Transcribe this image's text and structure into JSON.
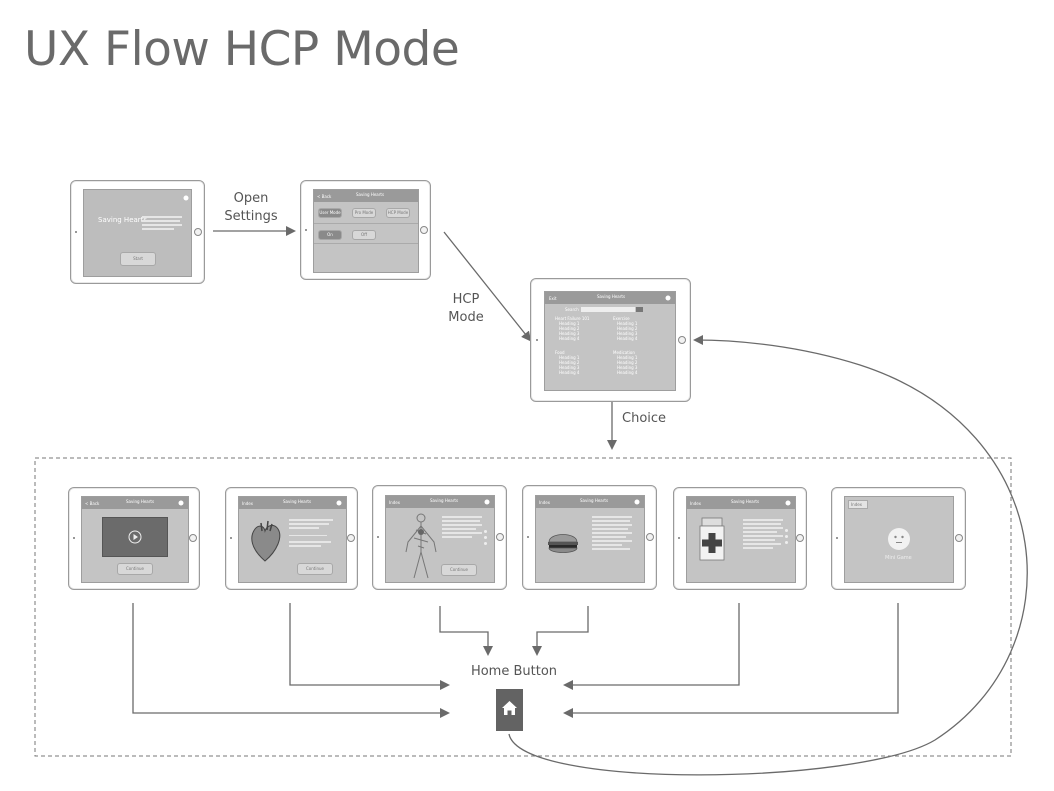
{
  "title": "UX Flow HCP Mode",
  "labels": {
    "open_settings": [
      "Open",
      "Settings"
    ],
    "hcp_mode": [
      "HCP",
      "Mode"
    ],
    "choice": "Choice",
    "home_button": "Home Button"
  },
  "screens": {
    "start": {
      "brand": "Saving Hearts",
      "start_button": "Start"
    },
    "settings": {
      "back": "< Back",
      "brand": "Saving Hearts",
      "mode_options": [
        "User Mode",
        "Pro Mode",
        "HCP Mode"
      ],
      "toggle_options": [
        "On",
        "Off"
      ]
    },
    "hcp_menu": {
      "exit": "Exit",
      "brand": "Saving Hearts",
      "search_label": "Search",
      "sections": [
        {
          "title": "Heart Failure 101",
          "items": [
            "Heading 1",
            "Heading 2",
            "Heading 3",
            "Heading 4"
          ]
        },
        {
          "title": "Exercise",
          "items": [
            "Heading 1",
            "Heading 2",
            "Heading 3",
            "Heading 4"
          ]
        },
        {
          "title": "Food",
          "items": [
            "Heading 1",
            "Heading 2",
            "Heading 3",
            "Heading 4"
          ]
        },
        {
          "title": "Medication",
          "items": [
            "Heading 1",
            "Heading 2",
            "Heading 3",
            "Heading 4"
          ]
        }
      ]
    },
    "content": [
      {
        "header": "< Back",
        "brand": "Saving Hearts",
        "button": "Continue"
      },
      {
        "header": "Index",
        "brand": "Saving Hearts",
        "button": "Continue"
      },
      {
        "header": "Index",
        "brand": "Saving Hearts",
        "button": "Continue"
      },
      {
        "header": "Index",
        "brand": "Saving Hearts"
      },
      {
        "header": "Index",
        "brand": "Saving Hearts"
      },
      {
        "header": "Index",
        "caption": "Mini Game"
      }
    ]
  }
}
